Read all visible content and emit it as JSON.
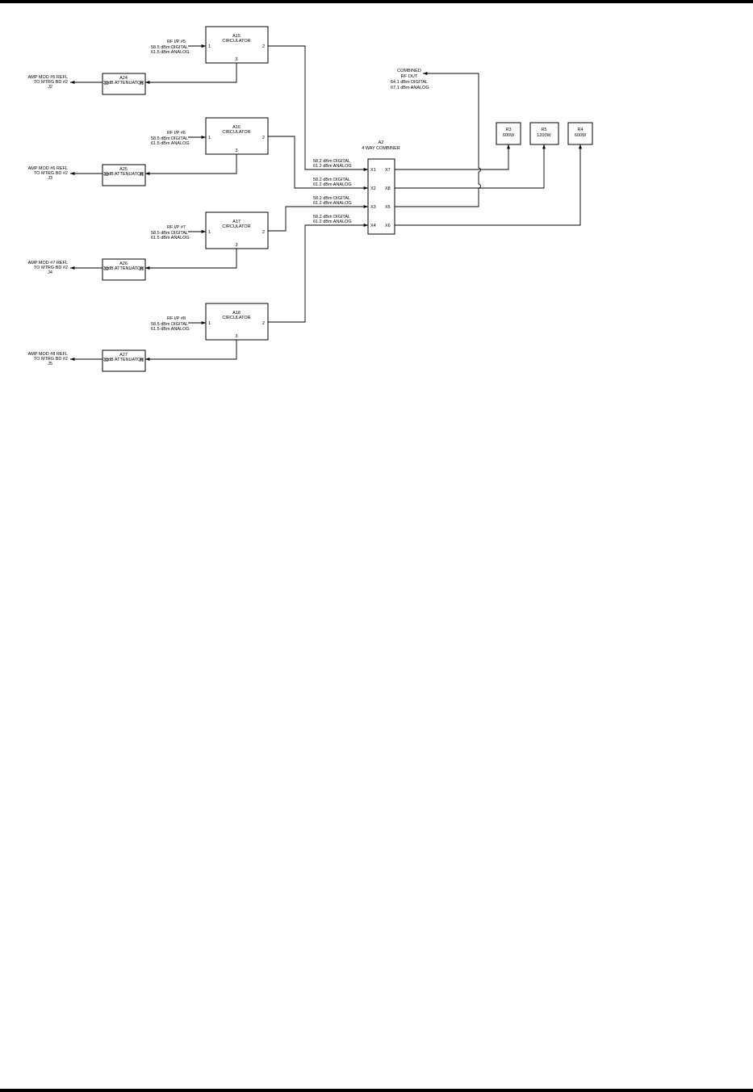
{
  "circulators": [
    {
      "name": "A15",
      "type": "CIRCULATOR",
      "port1": "1",
      "port2": "2",
      "port3": "3",
      "input_label": "RF I/P #5",
      "digital": "58.5 dBm DIGITAL",
      "analog": "61.5 dBm ANALOG"
    },
    {
      "name": "A16",
      "type": "CIRCULATOR",
      "port1": "1",
      "port2": "2",
      "port3": "3",
      "input_label": "RF I/P #6",
      "digital": "58.5 dBm DIGITAL",
      "analog": "61.5 dBm ANALOG"
    },
    {
      "name": "A17",
      "type": "CIRCULATOR",
      "port1": "1",
      "port2": "2",
      "port3": "3",
      "input_label": "RF I/P #7",
      "digital": "58.5 dBm DIGITAL",
      "analog": "61.5 dBm ANALOG"
    },
    {
      "name": "A18",
      "type": "CIRCULATOR",
      "port1": "1",
      "port2": "2",
      "port3": "3",
      "input_label": "RF I/P #8",
      "digital": "58.5 dBm DIGITAL",
      "analog": "61.5 dBm ANALOG"
    }
  ],
  "attenuators": [
    {
      "name": "A24",
      "type": "30dB ATTENUATOR",
      "left": "J2",
      "right": "J1",
      "out_line1": "AMP MOD #5 REFL",
      "out_line2": "TO MTRG BD #2",
      "out_line3": "J2"
    },
    {
      "name": "A25",
      "type": "30dB ATTENUATOR",
      "left": "J2",
      "right": "J1",
      "out_line1": "AMP MOD #6 REFL",
      "out_line2": "TO MTRG BD #2",
      "out_line3": "J3"
    },
    {
      "name": "A26",
      "type": "30dB ATTENUATOR",
      "left": "J2",
      "right": "J1",
      "out_line1": "AMP MOD #7 REFL",
      "out_line2": "TO MTRG BD #2",
      "out_line3": "J4"
    },
    {
      "name": "A27",
      "type": "30dB ATTENUATOR",
      "left": "J2",
      "right": "J1",
      "out_line1": "AMP MOD #8 REFL",
      "out_line2": "TO MTRG BD #2",
      "out_line3": "J5"
    }
  ],
  "combiner": {
    "name": "A2",
    "type": "4 WAY COMBINER",
    "inputs": [
      {
        "port": "X1",
        "digital": "58.2 dBm DIGITAL",
        "analog": "61.2 dBm ANALOG"
      },
      {
        "port": "X2",
        "digital": "58.2 dBm DIGITAL",
        "analog": "61.2 dBm ANALOG"
      },
      {
        "port": "X3",
        "digital": "58.2 dBm DIGITAL",
        "analog": "61.2 dBm ANALOG"
      },
      {
        "port": "X4",
        "digital": "58.2 dBm DIGITAL",
        "analog": "61.2 dBm ANALOG"
      }
    ],
    "outputs": [
      "X7",
      "X8",
      "X5",
      "X6"
    ]
  },
  "combined_output": {
    "line1": "COMBINED",
    "line2": "RF OUT",
    "line3": "64.1 dBm DIGITAL",
    "line4": "67.1 dBm ANALOG"
  },
  "loads": [
    {
      "name": "R3",
      "rating": "600W"
    },
    {
      "name": "R5",
      "rating": "1200W"
    },
    {
      "name": "R4",
      "rating": "600W"
    }
  ]
}
